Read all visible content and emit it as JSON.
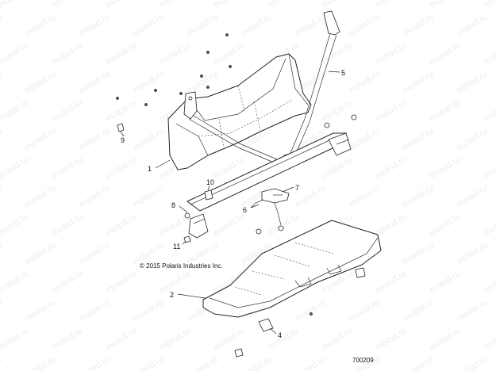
{
  "watermark": {
    "text": "motod.ru"
  },
  "callouts": {
    "c1": "1",
    "c2": "2",
    "c4": "4",
    "c5": "5",
    "c6": "6",
    "c7": "7",
    "c8": "8",
    "c9": "9",
    "c10": "10",
    "c11": "11"
  },
  "copyright": "© 2015 Polaris Industries Inc.",
  "drawing_number": "700209"
}
